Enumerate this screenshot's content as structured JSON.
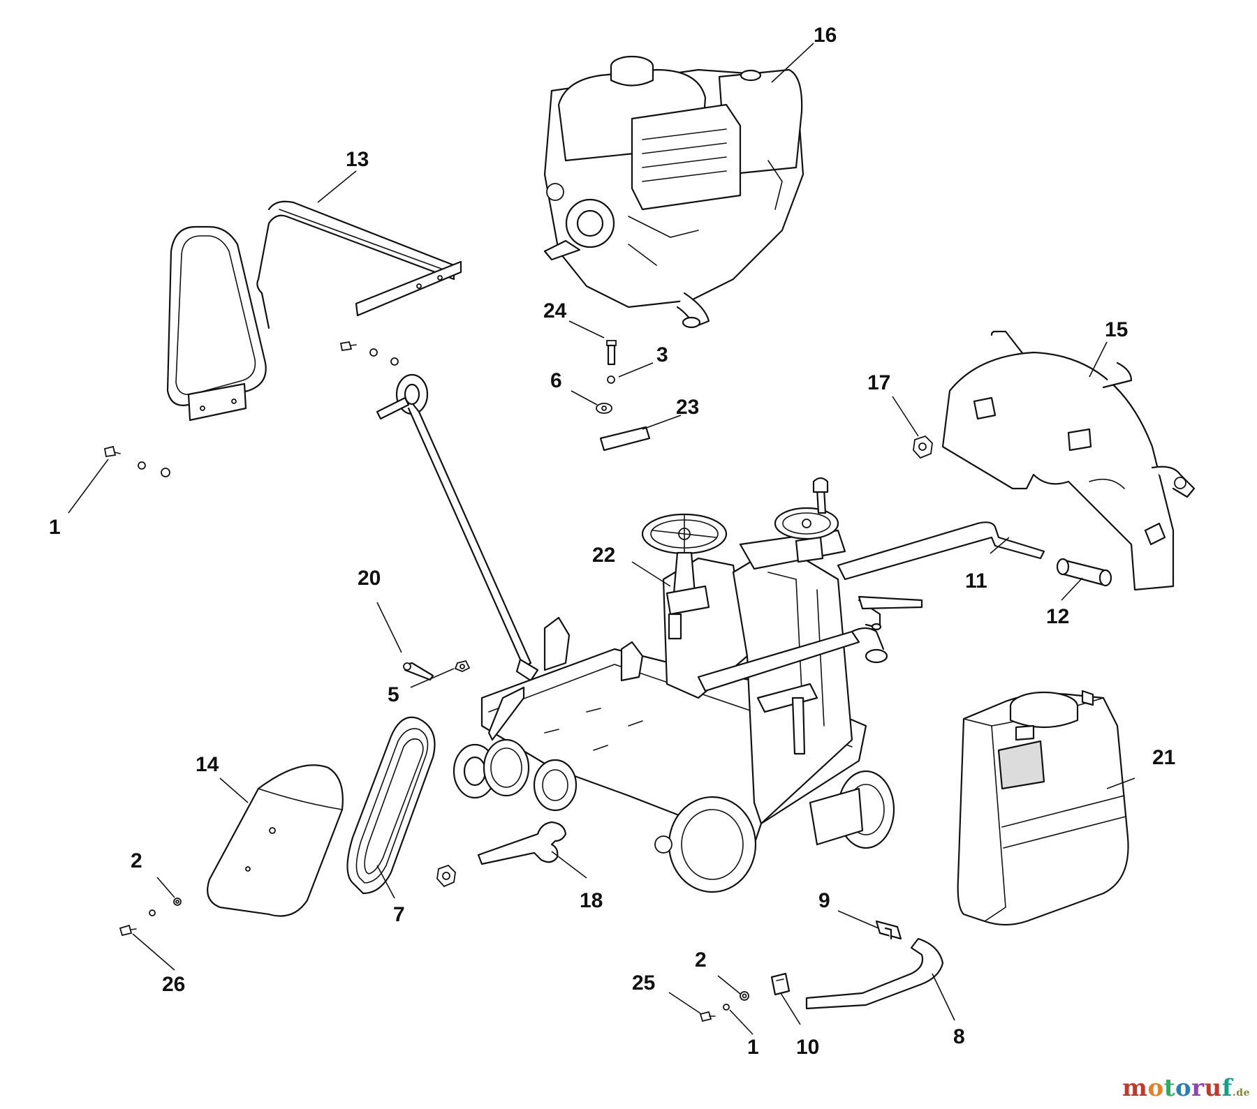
{
  "callouts": [
    {
      "id": "c1a",
      "label": "1"
    },
    {
      "id": "c1b",
      "label": "1"
    },
    {
      "id": "c2a",
      "label": "2"
    },
    {
      "id": "c2b",
      "label": "2"
    },
    {
      "id": "c3",
      "label": "3"
    },
    {
      "id": "c5",
      "label": "5"
    },
    {
      "id": "c6",
      "label": "6"
    },
    {
      "id": "c7",
      "label": "7"
    },
    {
      "id": "c8",
      "label": "8"
    },
    {
      "id": "c9",
      "label": "9"
    },
    {
      "id": "c10",
      "label": "10"
    },
    {
      "id": "c11",
      "label": "11"
    },
    {
      "id": "c12",
      "label": "12"
    },
    {
      "id": "c13",
      "label": "13"
    },
    {
      "id": "c14",
      "label": "14"
    },
    {
      "id": "c15",
      "label": "15"
    },
    {
      "id": "c16",
      "label": "16"
    },
    {
      "id": "c17",
      "label": "17"
    },
    {
      "id": "c18",
      "label": "18"
    },
    {
      "id": "c20",
      "label": "20"
    },
    {
      "id": "c21",
      "label": "21"
    },
    {
      "id": "c22",
      "label": "22"
    },
    {
      "id": "c23",
      "label": "23"
    },
    {
      "id": "c24",
      "label": "24"
    },
    {
      "id": "c25",
      "label": "25"
    },
    {
      "id": "c26",
      "label": "26"
    }
  ],
  "watermark": {
    "brand": "motoruf",
    "suffix": ".de",
    "colors": [
      "#c0392b",
      "#e67e22",
      "#27ae60",
      "#2980b9",
      "#8e44ad",
      "#c0392b",
      "#16a085"
    ]
  }
}
